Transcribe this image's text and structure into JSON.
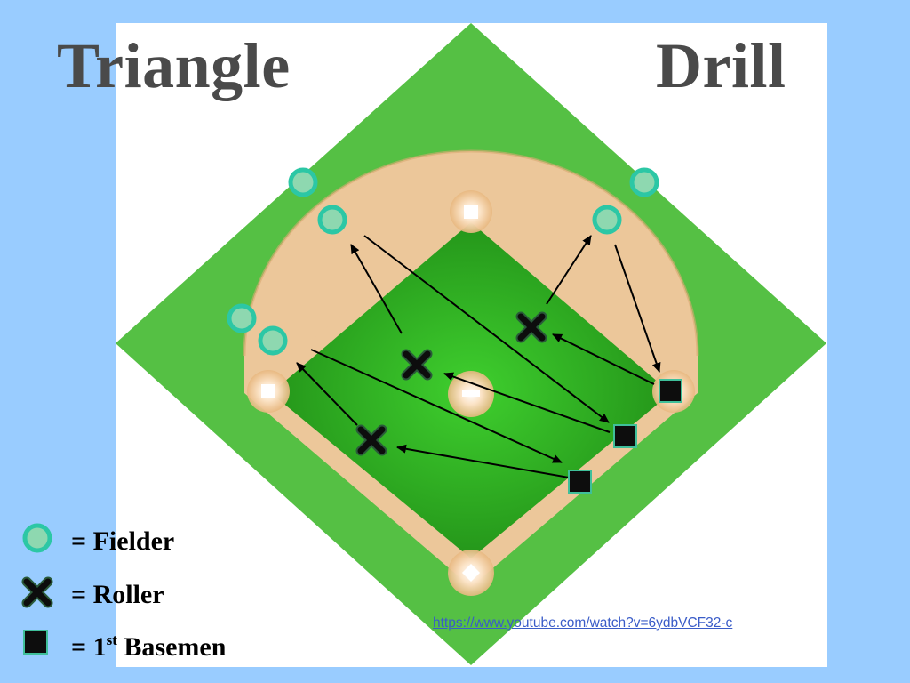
{
  "title": {
    "left": "Triangle",
    "right": "Drill"
  },
  "legend": [
    {
      "symbol": "fielder",
      "label": "= Fielder"
    },
    {
      "symbol": "roller",
      "label": "= Roller"
    },
    {
      "symbol": "first-basemen",
      "label_prefix": "= 1",
      "label_sup": "st",
      "label_suffix": " Basemen"
    }
  ],
  "source_link": "https://www.youtube.com/watch?v=6ydbVCF32-c",
  "colors": {
    "slide_background": "#99ccff",
    "grass_outer": "#55c044",
    "grass_infield": "#2e9e22",
    "dirt": "#ecc79a",
    "fielder_ring": "#2cc7a5",
    "marker_dark": "#0d0d0d",
    "title_text": "#4a4a4a",
    "link": "#3a5cc8"
  }
}
